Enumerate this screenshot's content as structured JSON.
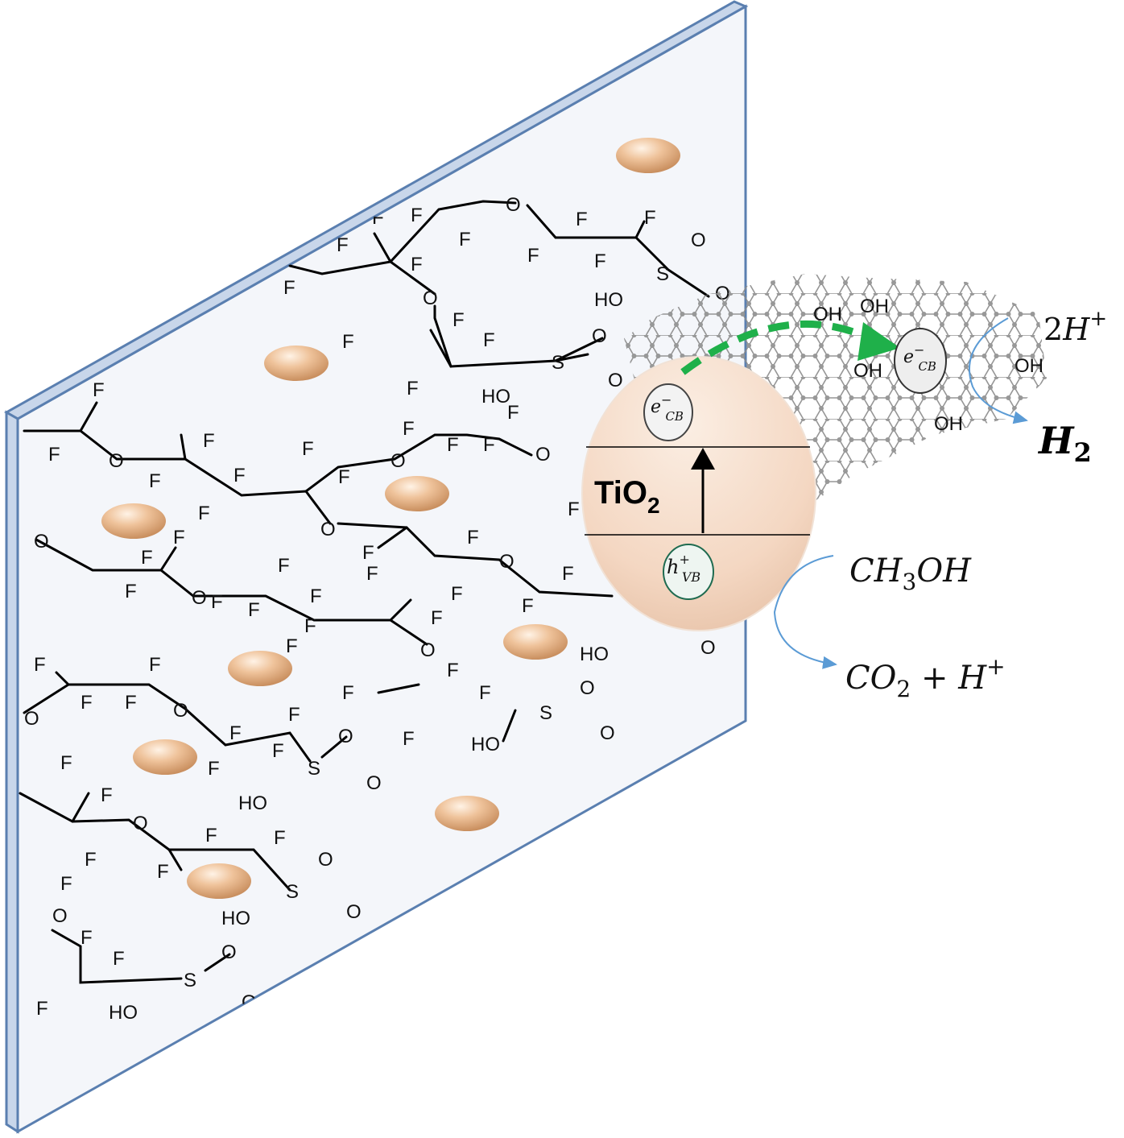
{
  "membrane": {
    "frame_color": "#5a7fb0",
    "face_color": "#f4f6fa"
  },
  "particles": {
    "color": "#e9b98f"
  },
  "molecule_atoms": {
    "fluorine": "F",
    "oxygen": "O",
    "hydroxyl": "HO",
    "sulfur": "S"
  },
  "graphene": {
    "oh_label": "OH"
  },
  "catalyst": {
    "name": "TiO",
    "name_sub": "2",
    "electron": "e",
    "electron_sup": "−",
    "electron_sub": "CB",
    "hole": "h",
    "hole_sup": "+",
    "hole_sub": "VB"
  },
  "transfer": {
    "electron": "e",
    "electron_sup": "−",
    "electron_sub": "CB",
    "arrow_color": "#1fb04a"
  },
  "reactions": {
    "proton_coef": "2",
    "proton": "H",
    "proton_sup": "+",
    "hydrogen": "H",
    "hydrogen_sub": "2",
    "methanol_a": "CH",
    "methanol_sub": "3",
    "methanol_b": "OH",
    "co2": "CO",
    "co2_sub": "2",
    "plus": " + ",
    "h": "H",
    "h_sup": "+"
  }
}
